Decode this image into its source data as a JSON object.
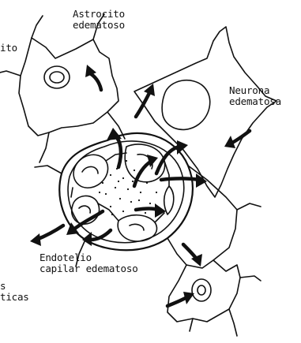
{
  "labels": {
    "astrocito_top": [
      "Astrocito",
      "edematoso"
    ],
    "left_edge_top": [
      "ito"
    ],
    "neurona": [
      "Neurona",
      "edematosa"
    ],
    "endotelio": [
      "Endotelio",
      "capilar edematoso"
    ],
    "left_edge_bottom": [
      "s",
      "ticas"
    ]
  }
}
